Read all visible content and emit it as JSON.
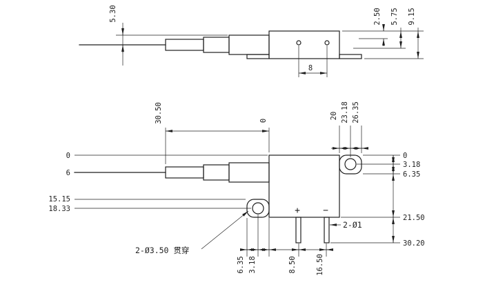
{
  "drawing": {
    "background": "#ffffff",
    "line_color": "#1f1f1f",
    "side_view": {
      "dim_ferrule_od": "5.30",
      "dim_right_1": "2.50",
      "dim_right_2": "5.75",
      "dim_right_3": "9.15",
      "dim_pin_spacing": "8"
    },
    "plan_view": {
      "dims_top": [
        "30.50",
        "0",
        "20",
        "23.18",
        "26.35"
      ],
      "dims_left": [
        "0",
        "6",
        "15.15",
        "18.33"
      ],
      "dims_right": [
        "0",
        "3.18",
        "6.35",
        "21.50",
        "30.20"
      ],
      "dims_bottom": [
        "6.35",
        "3.18",
        "8.50",
        "16.50"
      ],
      "polarity_plus": "+",
      "polarity_minus": "−",
      "callout_mounting_holes": "2-Ø3.50 贯穿",
      "callout_pins": "2-Ø1"
    }
  }
}
